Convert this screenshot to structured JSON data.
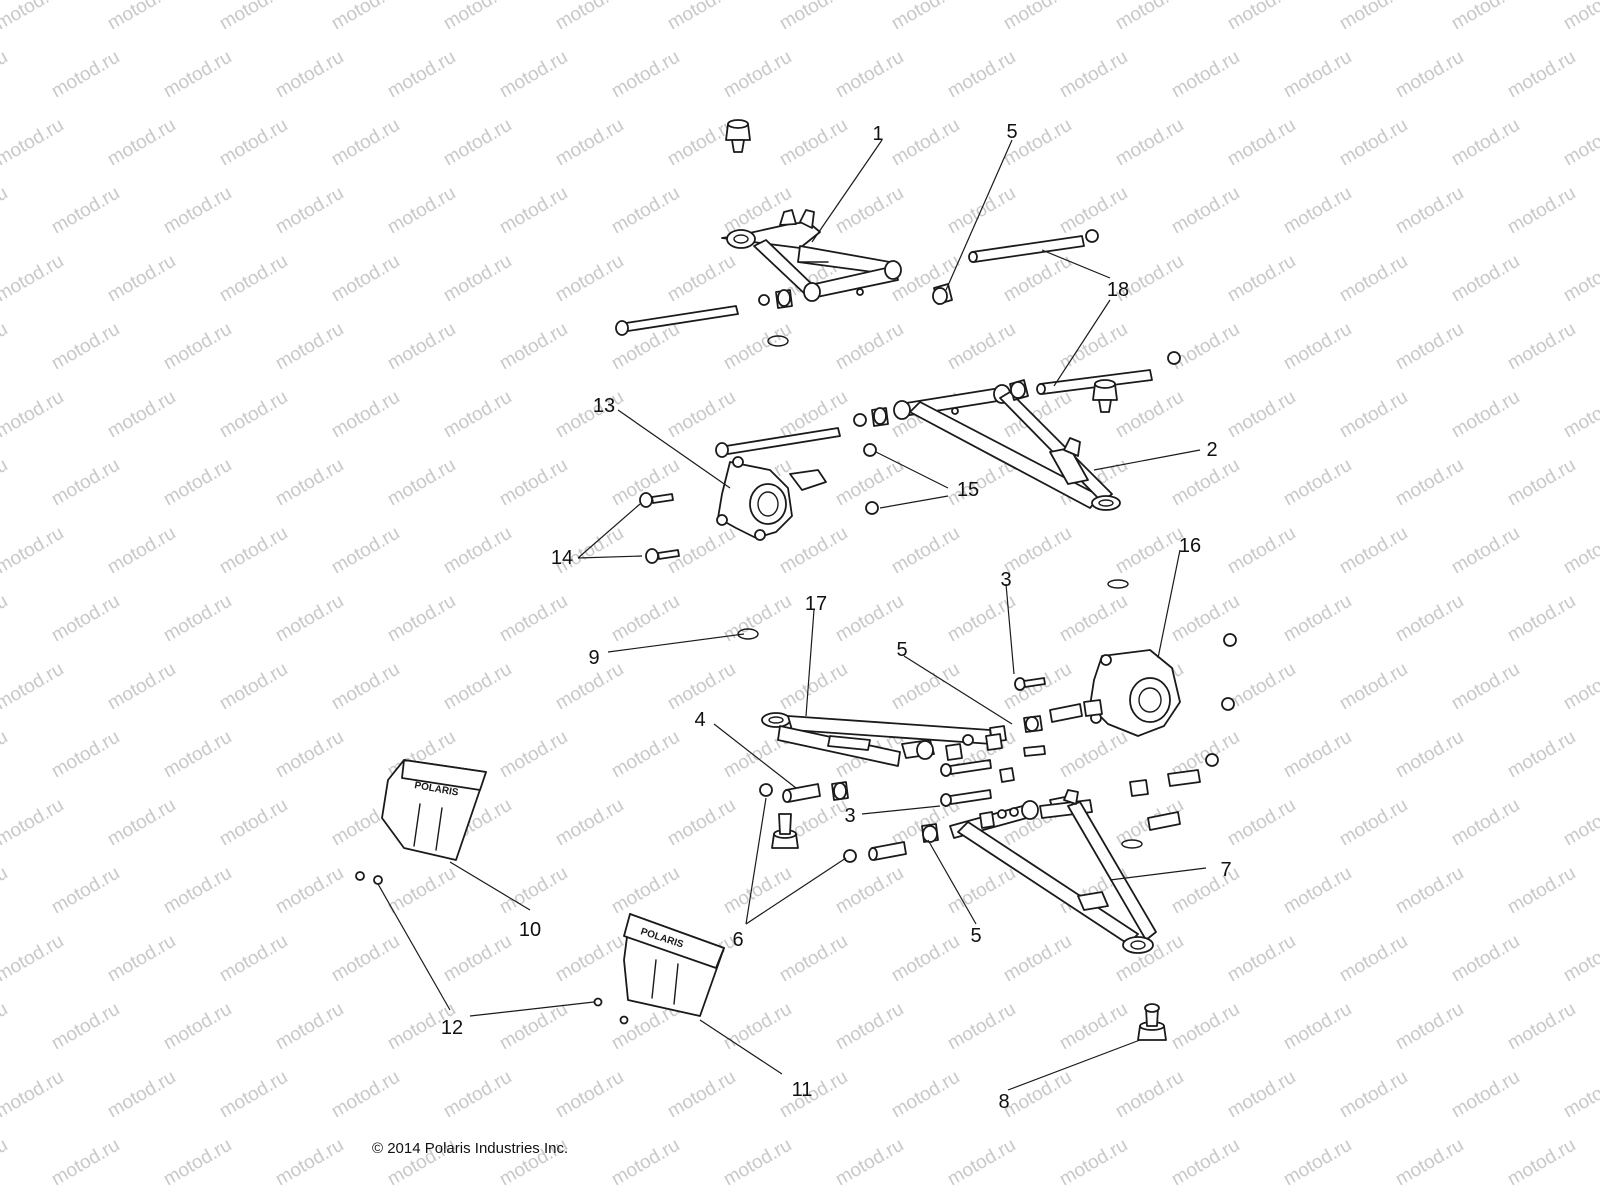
{
  "watermark": "motod.ru",
  "copyright": "© 2014 Polaris Industries Inc.",
  "brand_plate_text": "POLARIS",
  "colors": {
    "line": "#1a1a1a",
    "watermark": "#c8c8c8",
    "background": "#ffffff"
  },
  "callouts": [
    {
      "id": "c1",
      "label": "1"
    },
    {
      "id": "c2",
      "label": "2"
    },
    {
      "id": "c3a",
      "label": "3"
    },
    {
      "id": "c3b",
      "label": "3"
    },
    {
      "id": "c4",
      "label": "4"
    },
    {
      "id": "c5a",
      "label": "5"
    },
    {
      "id": "c5b",
      "label": "5"
    },
    {
      "id": "c5c",
      "label": "5"
    },
    {
      "id": "c6",
      "label": "6"
    },
    {
      "id": "c7",
      "label": "7"
    },
    {
      "id": "c8",
      "label": "8"
    },
    {
      "id": "c9",
      "label": "9"
    },
    {
      "id": "c10",
      "label": "10"
    },
    {
      "id": "c11",
      "label": "11"
    },
    {
      "id": "c12",
      "label": "12"
    },
    {
      "id": "c13",
      "label": "13"
    },
    {
      "id": "c14",
      "label": "14"
    },
    {
      "id": "c15",
      "label": "15"
    },
    {
      "id": "c16",
      "label": "16"
    },
    {
      "id": "c17",
      "label": "17"
    },
    {
      "id": "c18",
      "label": "18"
    }
  ]
}
